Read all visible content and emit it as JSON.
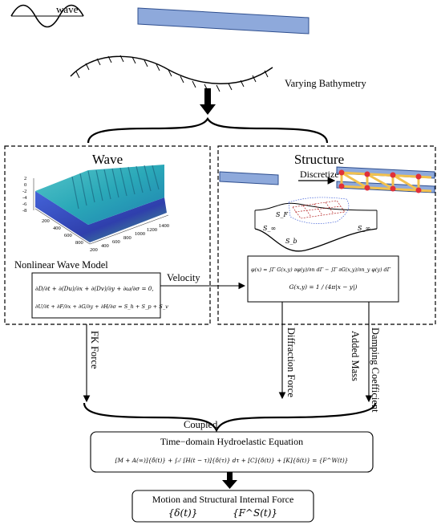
{
  "labels": {
    "wave_top": "wave",
    "varying_bathymetry": "Varying Bathymetry",
    "wave_panel_title": "Wave",
    "structure_panel_title": "Structure",
    "discretize": "Discretize",
    "nonlinear_wave_model": "Nonlinear Wave Model",
    "velocity": "Velocity",
    "fk_force": "FK Force",
    "diffraction_force": "Diffraction Force",
    "added_mass": "Added Mass",
    "damping_coefficient": "Damping Coefficient",
    "coupled": "Coupled",
    "hydroelastic_title": "Time−domain Hydroelastic Equation",
    "hydroelastic_equation": "[M + A(∞)]{δ̈(t)} + ∫₀ᵗ [H(t − τ)]{δ̇(τ)} dτ + [C]{δ̇(t)} + [K]{δ(t)} = {F^W(t)}",
    "output_title": "Motion and Structural Internal Force",
    "output_delta": "{δ(t)}",
    "output_force": "{F^S(t)}"
  },
  "wave_equations": {
    "line1": "∂D/∂t + ∂(Du)/∂x + ∂(Dv)/∂y + ∂ω/∂σ = 0,",
    "line2": "∂U/∂t + ∂F/∂x + ∂G/∂y + ∂H/∂σ = S_h + S_p + S_v"
  },
  "structure_equations": {
    "line1": "φ(x) = ∫Γ G(x,y) ∂φ(y)/∂n dΓ − ∫Γ ∂G(x,y)/∂n_y φ(y) dΓ",
    "line2": "G(x,y) = 1 / (4π|x − y|)"
  },
  "surface_plot": {
    "z_ticks": [
      "2",
      "0",
      "-2",
      "-4",
      "-6",
      "-8"
    ],
    "y_ticks": [
      "200",
      "400",
      "600",
      "800"
    ],
    "x_ticks": [
      "200",
      "400",
      "600",
      "800",
      "1000",
      "1200",
      "1400"
    ]
  },
  "bem_labels": {
    "sf": "S_F",
    "sinf_left": "S_∞",
    "sinf_right": "S_∞",
    "sb": "S_b"
  },
  "colors": {
    "plate": "#8ea9db",
    "plate_edge": "#2f4f8f",
    "node": "#e0303a",
    "beam": "#f2c14e"
  }
}
